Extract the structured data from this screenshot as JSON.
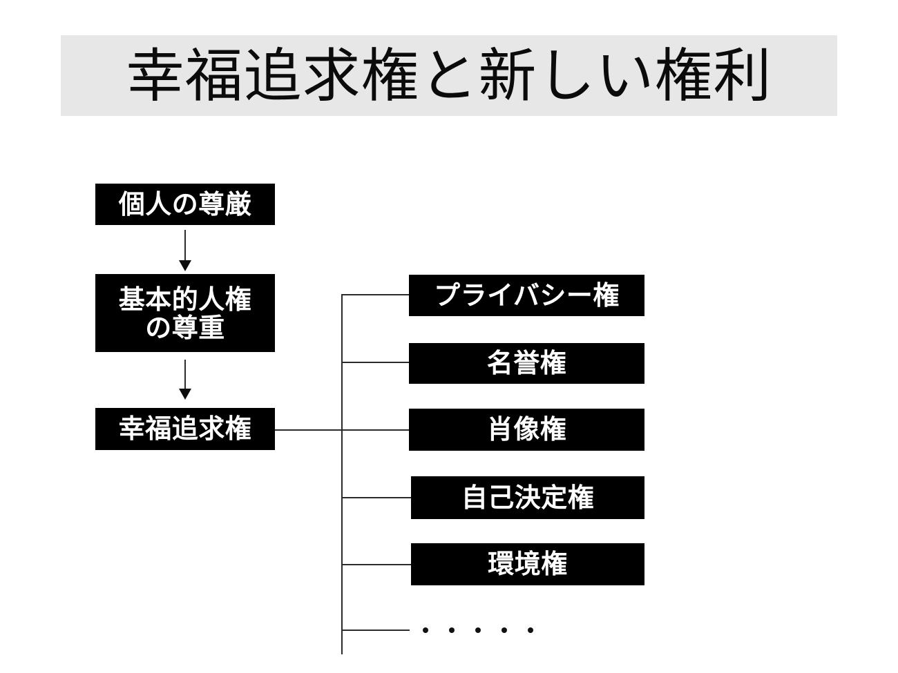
{
  "slide": {
    "title": "幸福追求権と新しい権利",
    "background_color": "#ffffff",
    "title_band_color": "#e7e7e7",
    "node_fill_color": "#000000",
    "node_text_color": "#ffffff",
    "connector_color": "#2b2b2b"
  },
  "left_chain": {
    "nodes": [
      {
        "label": "個人の尊厳"
      },
      {
        "line1": "基本的人権",
        "line2": "の尊重"
      },
      {
        "label": "幸福追求権"
      }
    ]
  },
  "right_list": {
    "items": [
      {
        "label": "プライバシー権"
      },
      {
        "label": "名誉権"
      },
      {
        "label": "肖像権"
      },
      {
        "label": "自己決定権"
      },
      {
        "label": "環境権"
      }
    ],
    "ellipsis": {
      "dot_count": 5,
      "text": "・ ・ ・ ・ ・"
    }
  }
}
